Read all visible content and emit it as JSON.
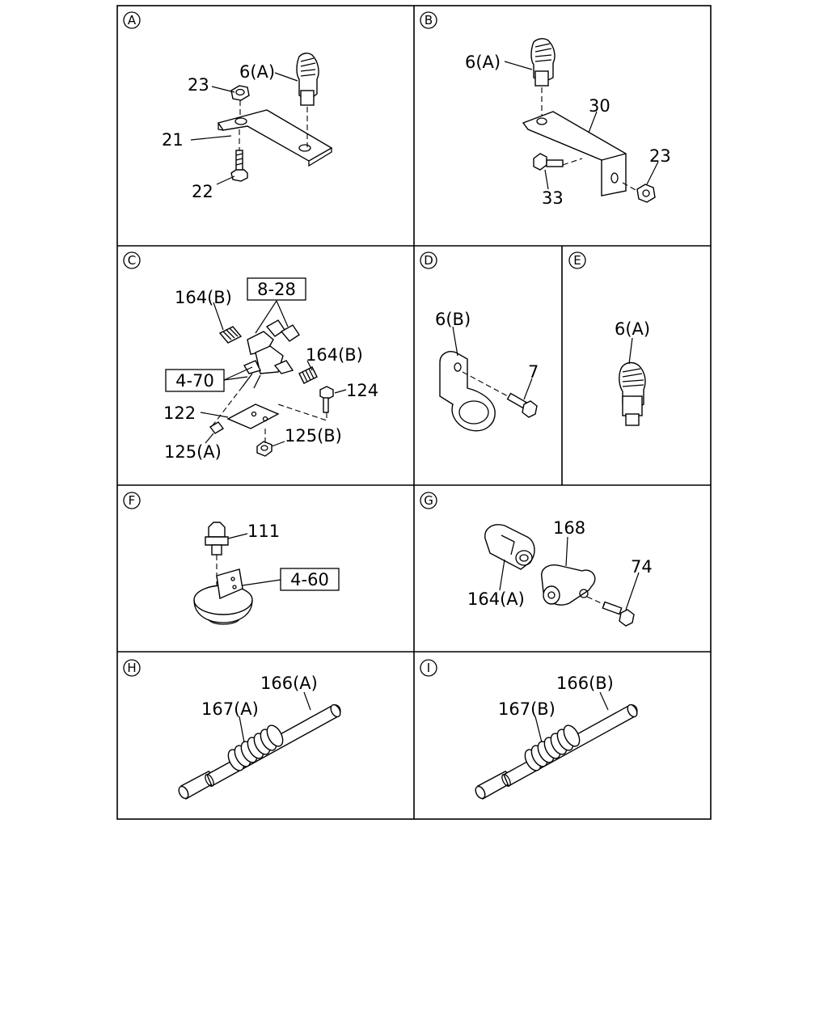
{
  "panels": {
    "A": {
      "letter": "A",
      "parts": {
        "p6a": "6(A)",
        "p23": "23",
        "p21": "21",
        "p22": "22"
      }
    },
    "B": {
      "letter": "B",
      "parts": {
        "p6a": "6(A)",
        "p30": "30",
        "p23": "23",
        "p33": "33"
      }
    },
    "C": {
      "letter": "C",
      "parts": {
        "p164b1": "164(B)",
        "ref828": "8-28",
        "p164b2": "164(B)",
        "ref470": "4-70",
        "p124": "124",
        "p122": "122",
        "p125b": "125(B)",
        "p125a": "125(A)"
      }
    },
    "D": {
      "letter": "D",
      "parts": {
        "p6b": "6(B)",
        "p7": "7"
      }
    },
    "E": {
      "letter": "E",
      "parts": {
        "p6a": "6(A)"
      }
    },
    "F": {
      "letter": "F",
      "parts": {
        "p111": "111",
        "ref460": "4-60"
      }
    },
    "G": {
      "letter": "G",
      "parts": {
        "p168": "168",
        "p74": "74",
        "p164a": "164(A)"
      }
    },
    "H": {
      "letter": "H",
      "parts": {
        "p166a": "166(A)",
        "p167a": "167(A)"
      }
    },
    "I": {
      "letter": "I",
      "parts": {
        "p166b": "166(B)",
        "p167b": "167(B)"
      }
    }
  }
}
